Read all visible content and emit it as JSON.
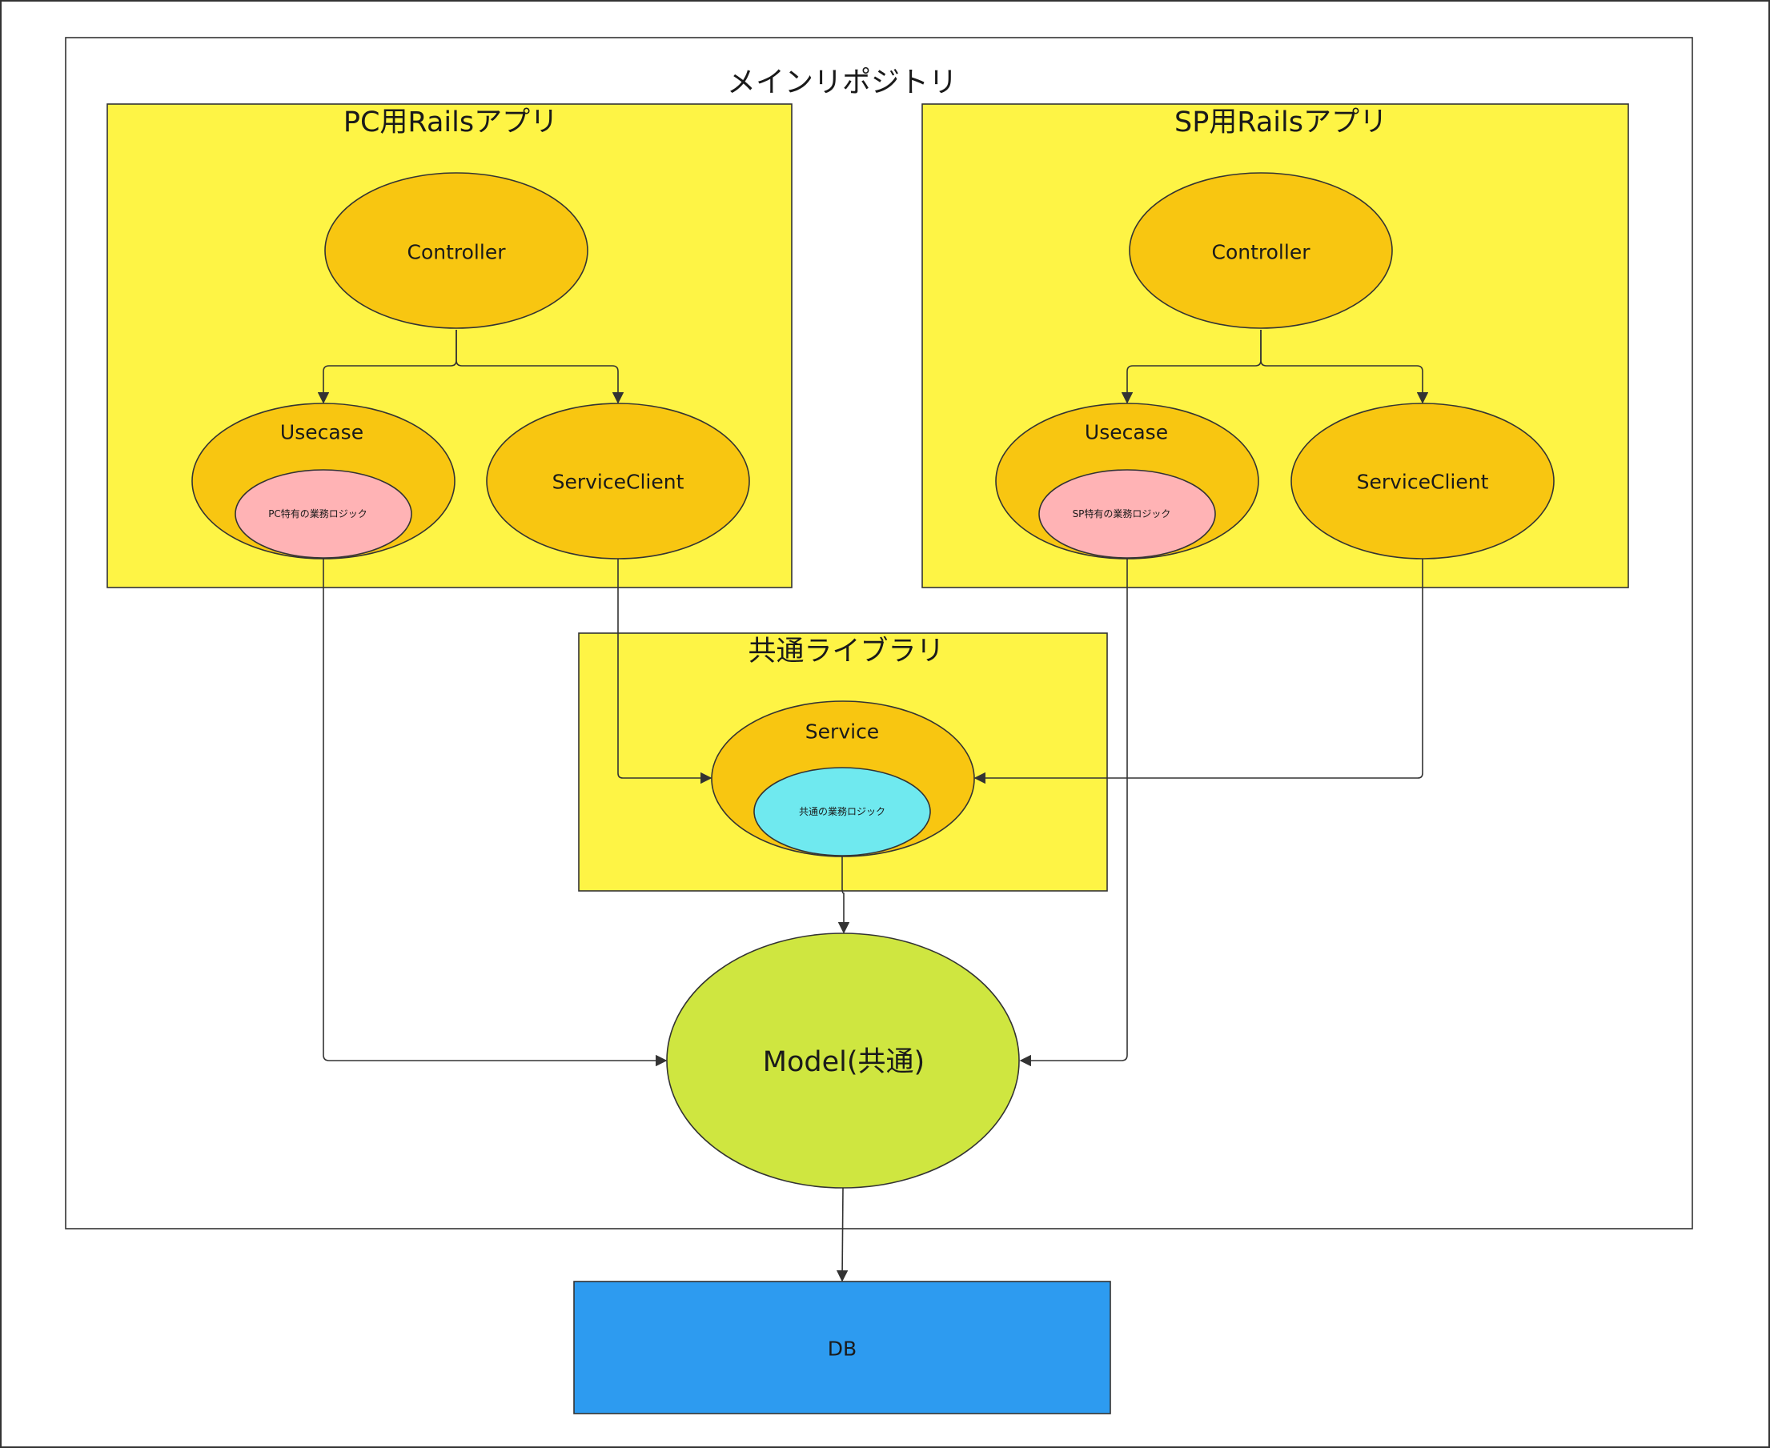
{
  "title": "メインリポジトリ",
  "pc_app": {
    "title": "PC用Railsアプリ",
    "controller": "Controller",
    "usecase": "Usecase",
    "logic": "PC特有の業務ロジック",
    "service_client": "ServiceClient"
  },
  "sp_app": {
    "title": "SP用Railsアプリ",
    "controller": "Controller",
    "usecase": "Usecase",
    "logic": "SP特有の業務ロジック",
    "service_client": "ServiceClient"
  },
  "common_lib": {
    "title": "共通ライブラリ",
    "service": "Service",
    "logic": "共通の業務ロジック"
  },
  "model": "Model(共通)",
  "db": "DB",
  "colors": {
    "container_fill": "#fef445",
    "component_fill": "#f8c611",
    "specific_logic_fill": "#ffb3b5",
    "common_logic_fill": "#6fe9ef",
    "model_fill": "#cfe640",
    "db_fill": "#2d9bf0"
  }
}
